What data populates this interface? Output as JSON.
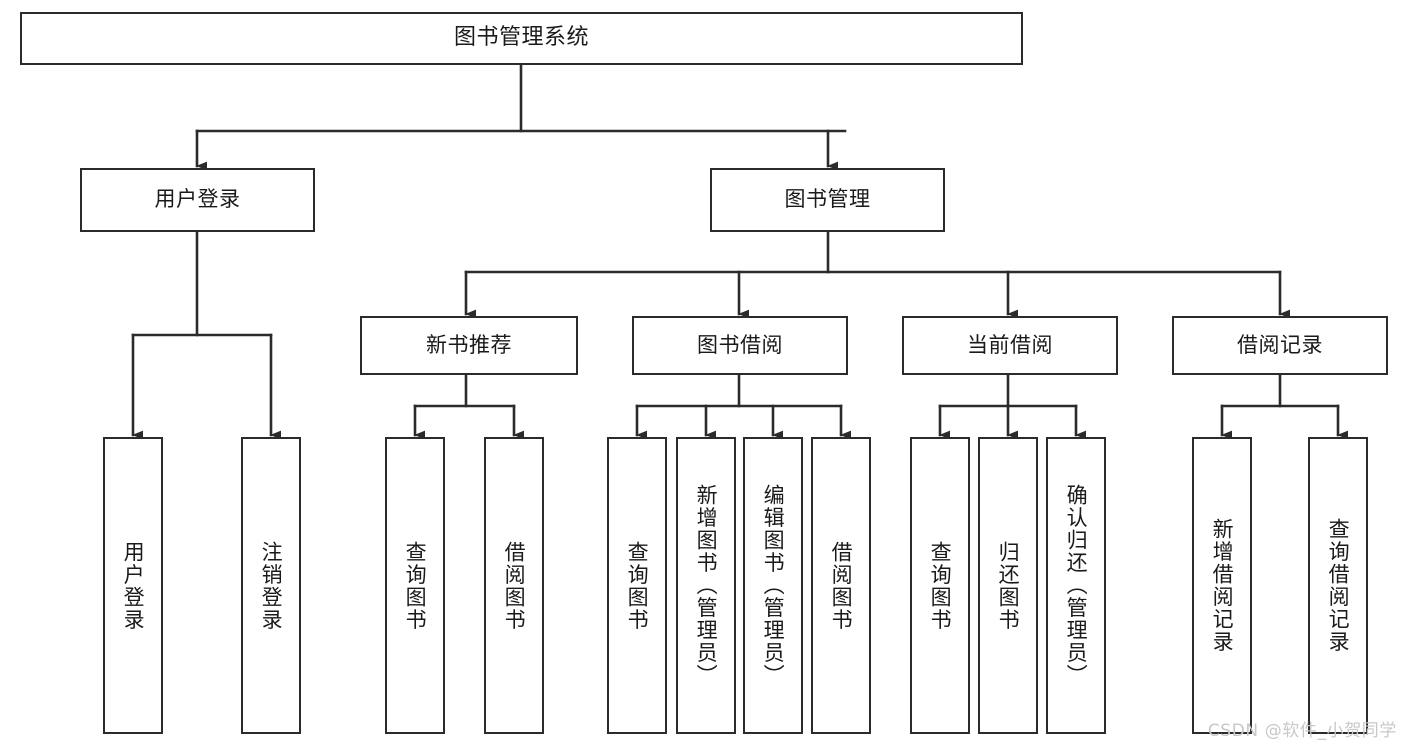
{
  "diagram": {
    "title": "图书管理系统",
    "watermark": "CSDN @软件_小贺同学",
    "accent_color": "#2b2b2b",
    "background_color": "#ffffff",
    "root": {
      "id": "root",
      "label": "图书管理系统"
    },
    "level2": [
      {
        "id": "user-login",
        "label": "用户登录"
      },
      {
        "id": "book-management",
        "label": "图书管理"
      }
    ],
    "level3": [
      {
        "id": "new-book-recommend",
        "label": "新书推荐",
        "parent": "book-management"
      },
      {
        "id": "book-borrow",
        "label": "图书借阅",
        "parent": "book-management"
      },
      {
        "id": "current-borrow",
        "label": "当前借阅",
        "parent": "book-management"
      },
      {
        "id": "borrow-record",
        "label": "借阅记录",
        "parent": "book-management"
      }
    ],
    "leaves": [
      {
        "id": "leaf-user-login",
        "label": "用户登录",
        "parent": "user-login"
      },
      {
        "id": "leaf-user-logout",
        "label": "注销登录",
        "parent": "user-login"
      },
      {
        "id": "leaf-query-book-1",
        "label": "查询图书",
        "parent": "new-book-recommend"
      },
      {
        "id": "leaf-borrow-book-1",
        "label": "借阅图书",
        "parent": "new-book-recommend"
      },
      {
        "id": "leaf-query-book-2",
        "label": "查询图书",
        "parent": "book-borrow"
      },
      {
        "id": "leaf-add-book",
        "label": "新增图书（管理员）",
        "parent": "book-borrow"
      },
      {
        "id": "leaf-edit-book",
        "label": "编辑图书（管理员）",
        "parent": "book-borrow"
      },
      {
        "id": "leaf-borrow-book-2",
        "label": "借阅图书",
        "parent": "book-borrow"
      },
      {
        "id": "leaf-query-book-3",
        "label": "查询图书",
        "parent": "current-borrow"
      },
      {
        "id": "leaf-return-book",
        "label": "归还图书",
        "parent": "current-borrow"
      },
      {
        "id": "leaf-confirm-return",
        "label": "确认归还（管理员）",
        "parent": "current-borrow"
      },
      {
        "id": "leaf-add-record",
        "label": "新增借阅记录",
        "parent": "borrow-record"
      },
      {
        "id": "leaf-query-record",
        "label": "查询借阅记录",
        "parent": "borrow-record"
      }
    ]
  }
}
